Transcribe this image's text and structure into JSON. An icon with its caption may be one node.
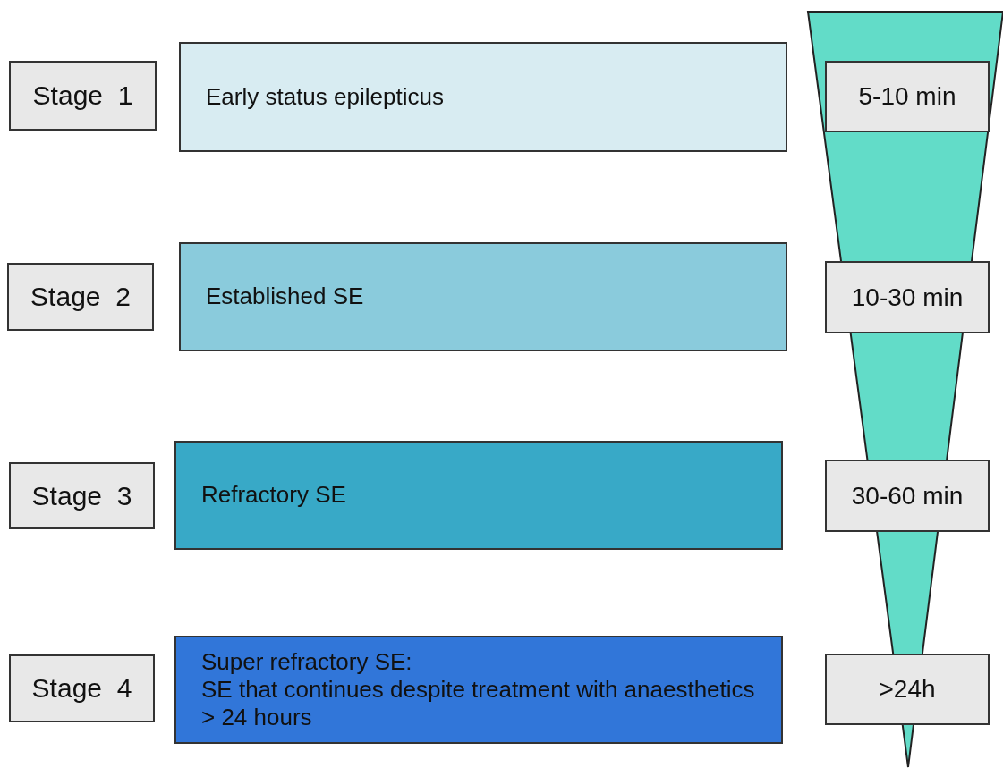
{
  "diagram": {
    "nodes": [
      {
        "text": [
          "Stage  1"
        ]
      },
      {
        "text": [
          "Early status epilepticus"
        ]
      },
      {
        "text": [
          "5-10 min"
        ]
      },
      {
        "text": [
          "Stage  2"
        ]
      },
      {
        "text": [
          "Established SE"
        ]
      },
      {
        "text": [
          "10-30 min"
        ]
      },
      {
        "text": [
          "Stage  3"
        ]
      },
      {
        "text": [
          "Refractory SE"
        ]
      },
      {
        "text": [
          "30-60 min"
        ]
      },
      {
        "text": [
          "Stage  4"
        ]
      },
      {
        "text": [
          "Super refractory SE:",
          "SE that continues despite treatment with anaesthetics > 24 hours"
        ]
      },
      {
        "text": [
          ">24h"
        ]
      }
    ],
    "edges": []
  }
}
